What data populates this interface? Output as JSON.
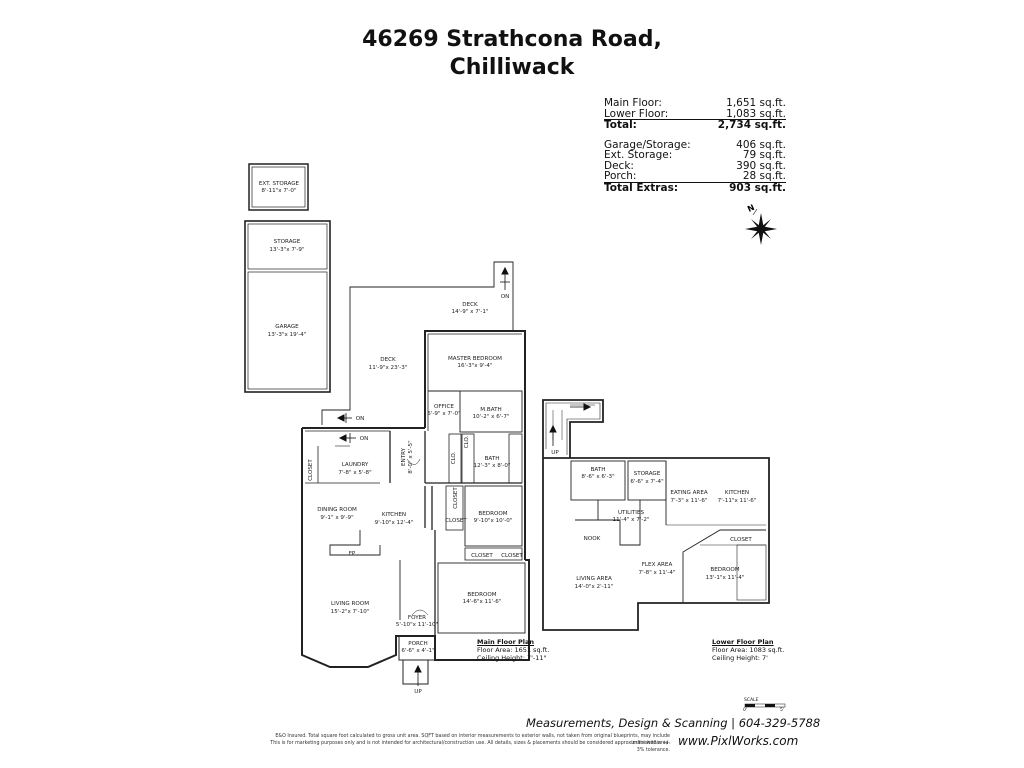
{
  "title": {
    "line1": "46269 Strathcona Road,",
    "line2": "Chilliwack"
  },
  "areas": {
    "main_label": "Main Floor:",
    "main_value": "1,651 sq.ft.",
    "lower_label": "Lower Floor:",
    "lower_value": "1,083 sq.ft.",
    "total_label": "Total:",
    "total_value": "2,734 sq.ft.",
    "garage_label": "Garage/Storage:",
    "garage_value": "406 sq.ft.",
    "extstorage_label": "Ext. Storage:",
    "extstorage_value": "79 sq.ft.",
    "deck_label": "Deck:",
    "deck_value": "390 sq.ft.",
    "porch_label": "Porch:",
    "porch_value": "28 sq.ft.",
    "extras_label": "Total Extras:",
    "extras_value": "903 sq.ft."
  },
  "compass": {
    "label": "N"
  },
  "rooms": {
    "ext_storage": {
      "name": "EXT. STORAGE",
      "dims": "8'-11\"x 7'-0\""
    },
    "storage": {
      "name": "STORAGE",
      "dims": "13'-3\"x 7'-9\""
    },
    "garage": {
      "name": "GARAGE",
      "dims": "13'-3\"x 19'-4\""
    },
    "deck_upper": {
      "name": "DECK",
      "dims": "14'-9\" x 7'-1\""
    },
    "deck_left": {
      "name": "DECK",
      "dims": "11'-9\"x 23'-3\""
    },
    "master": {
      "name": "MASTER BEDROOM",
      "dims": "16'-3\"x 9'-4\""
    },
    "office": {
      "name": "OFFICE",
      "dims": "5'-9\" x 7'-0\""
    },
    "mbath": {
      "name": "M.BATH",
      "dims": "10'-2\" x 6'-7\""
    },
    "laundry": {
      "name": "LAUNDRY",
      "dims": "7'-8\" x 5'-8\""
    },
    "entry": {
      "name": "ENTRY",
      "dims": "8'-0\" x 5'-5\""
    },
    "bath_main": {
      "name": "BATH",
      "dims": "12'-3\" x 8'-0\""
    },
    "dining": {
      "name": "DINING ROOM",
      "dims": "9'-1\" x 9'-9\""
    },
    "kitchen_main": {
      "name": "KITCHEN",
      "dims": "9'-10\"x 12'-4\""
    },
    "bedroom1": {
      "name": "BEDROOM",
      "dims": "9'-10\"x 10'-0\""
    },
    "living_main": {
      "name": "LIVING ROOM",
      "dims": "15'-2\"x 7'-10\""
    },
    "foyer": {
      "name": "FOYER",
      "dims": "5'-10\"x 11'-10\""
    },
    "bedroom2": {
      "name": "BEDROOM",
      "dims": "14'-6\"x 11'-6\""
    },
    "porch": {
      "name": "PORCH",
      "dims": "6'-6\" x 4'-1\""
    },
    "bath_lower": {
      "name": "BATH",
      "dims": "8'-6\" x 6'-3\""
    },
    "storage_lower": {
      "name": "STORAGE",
      "dims": "6'-6\" x 7'-4\""
    },
    "eating": {
      "name": "EATING AREA",
      "dims": "7'-3\" x 11'-6\""
    },
    "kitchen_lower": {
      "name": "KITCHEN",
      "dims": "7'-11\"x 11'-6\""
    },
    "utilities": {
      "name": "UTILITIES",
      "dims": "11'-4\" x 7'-2\""
    },
    "nook": {
      "name": "NOOK"
    },
    "flex": {
      "name": "FLEX AREA",
      "dims": "7'-8\" x 11'-4\""
    },
    "bedroom_lower": {
      "name": "BEDROOM",
      "dims": "13'-1\"x 11'-4\""
    },
    "living_lower": {
      "name": "LIVING AREA",
      "dims": "14'-0\"x 2'-11\""
    }
  },
  "small_labels": {
    "on": "ON",
    "up": "UP",
    "closet": "CLOSET",
    "clo": "CLO.",
    "fp": "FP"
  },
  "main_plan_note": {
    "title": "Main Floor Plan",
    "line1": "Floor Area: 1651 sq.ft.",
    "line2": "Ceiling Height: 7'-11\""
  },
  "lower_plan_note": {
    "title": "Lower Floor Plan",
    "line1": "Floor Area: 1083 sq.ft.",
    "line2": "Ceiling Height: 7'"
  },
  "scale": {
    "label": "SCALE",
    "start": "0'",
    "end": "5'"
  },
  "footer": {
    "measurements": "Measurements, Design & Scanning | 604-329-5788",
    "fine1": "E&O Insured. Total square foot calculated to gross unit area. SQFT based on interior measurements to exterior walls, not taken from original blueprints, may include unfinished area.",
    "fine2": "This is for marketing purposes only and is not intended for architectural/construction use. All details, sizes & placements should be considered approximate within +/- 3% tolerance.",
    "website": "www.PixlWorks.com"
  }
}
